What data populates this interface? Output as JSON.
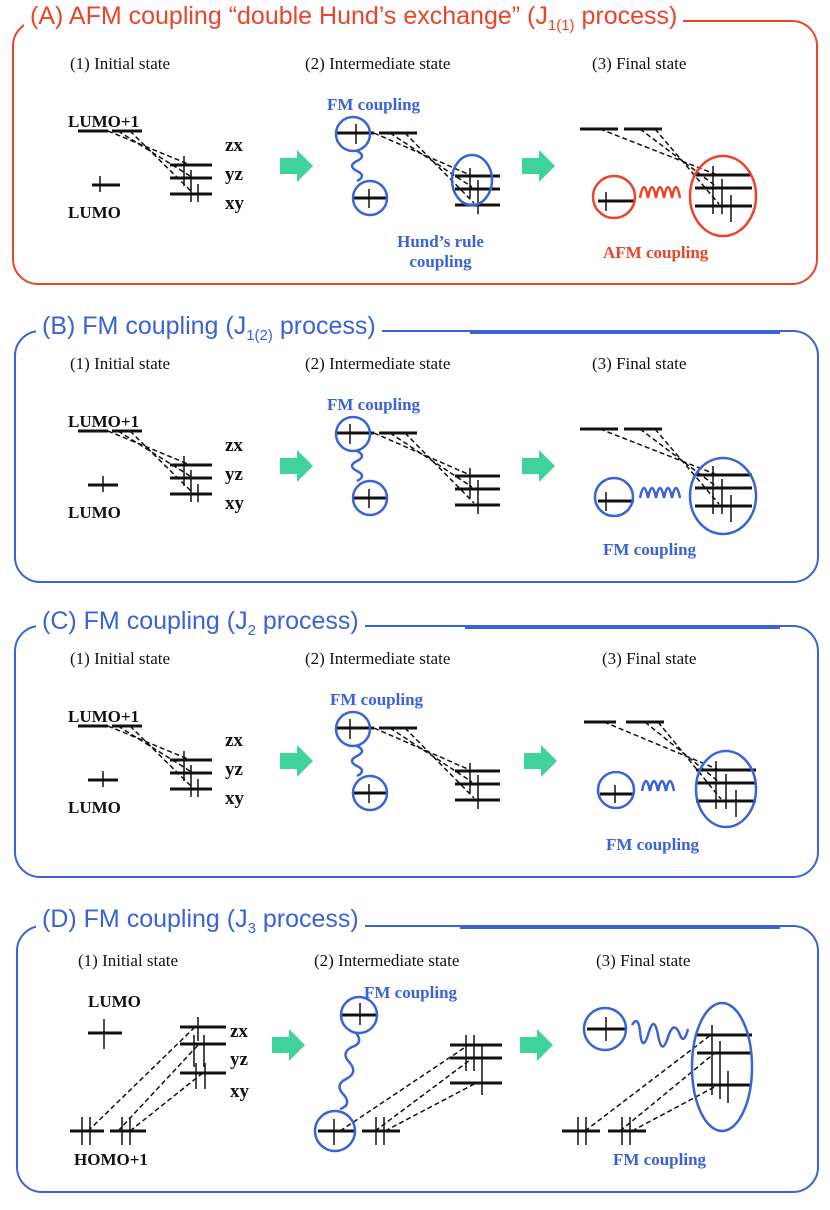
{
  "colors": {
    "afm": "#e8452a",
    "fm": "#3b62d6",
    "arrow": "#3fd39b",
    "ink": "#111111"
  },
  "panels": [
    {
      "title_main": "(A) AFM coupling “double Hund’s exchange” (J",
      "title_sub": "1(1)",
      "title_end": " process)",
      "steps": [
        "(1) Initial state",
        "(2) Intermediate state",
        "(3) Final state"
      ],
      "upper_label": "LUMO+1",
      "lower_label": "LUMO",
      "orbitals": [
        "zx",
        "yz",
        "xy"
      ],
      "note_top": "FM coupling",
      "note_mid": "Hund’s rule coupling",
      "note_final": "AFM coupling"
    },
    {
      "title_main": "(B) FM coupling (J",
      "title_sub": "1(2)",
      "title_end": " process)",
      "steps": [
        "(1) Initial state",
        "(2) Intermediate state",
        "(3) Final state"
      ],
      "upper_label": "LUMO+1",
      "lower_label": "LUMO",
      "orbitals": [
        "zx",
        "yz",
        "xy"
      ],
      "note_top": "FM coupling",
      "note_final": "FM coupling"
    },
    {
      "title_main": "(C) FM coupling (J",
      "title_sub": "2",
      "title_end": " process)",
      "steps": [
        "(1) Initial state",
        "(2) Intermediate state",
        "(3) Final state"
      ],
      "upper_label": "LUMO+1",
      "lower_label": "LUMO",
      "orbitals": [
        "zx",
        "yz",
        "xy"
      ],
      "note_top": "FM coupling",
      "note_final": "FM coupling"
    },
    {
      "title_main": "(D) FM coupling (J",
      "title_sub": "3",
      "title_end": " process)",
      "steps": [
        "(1) Initial state",
        "(2) Intermediate state",
        "(3) Final state"
      ],
      "upper_label": "LUMO",
      "lower_label": "HOMO+1",
      "orbitals": [
        "zx",
        "yz",
        "xy"
      ],
      "note_top": "FM coupling",
      "note_final": "FM coupling"
    }
  ]
}
